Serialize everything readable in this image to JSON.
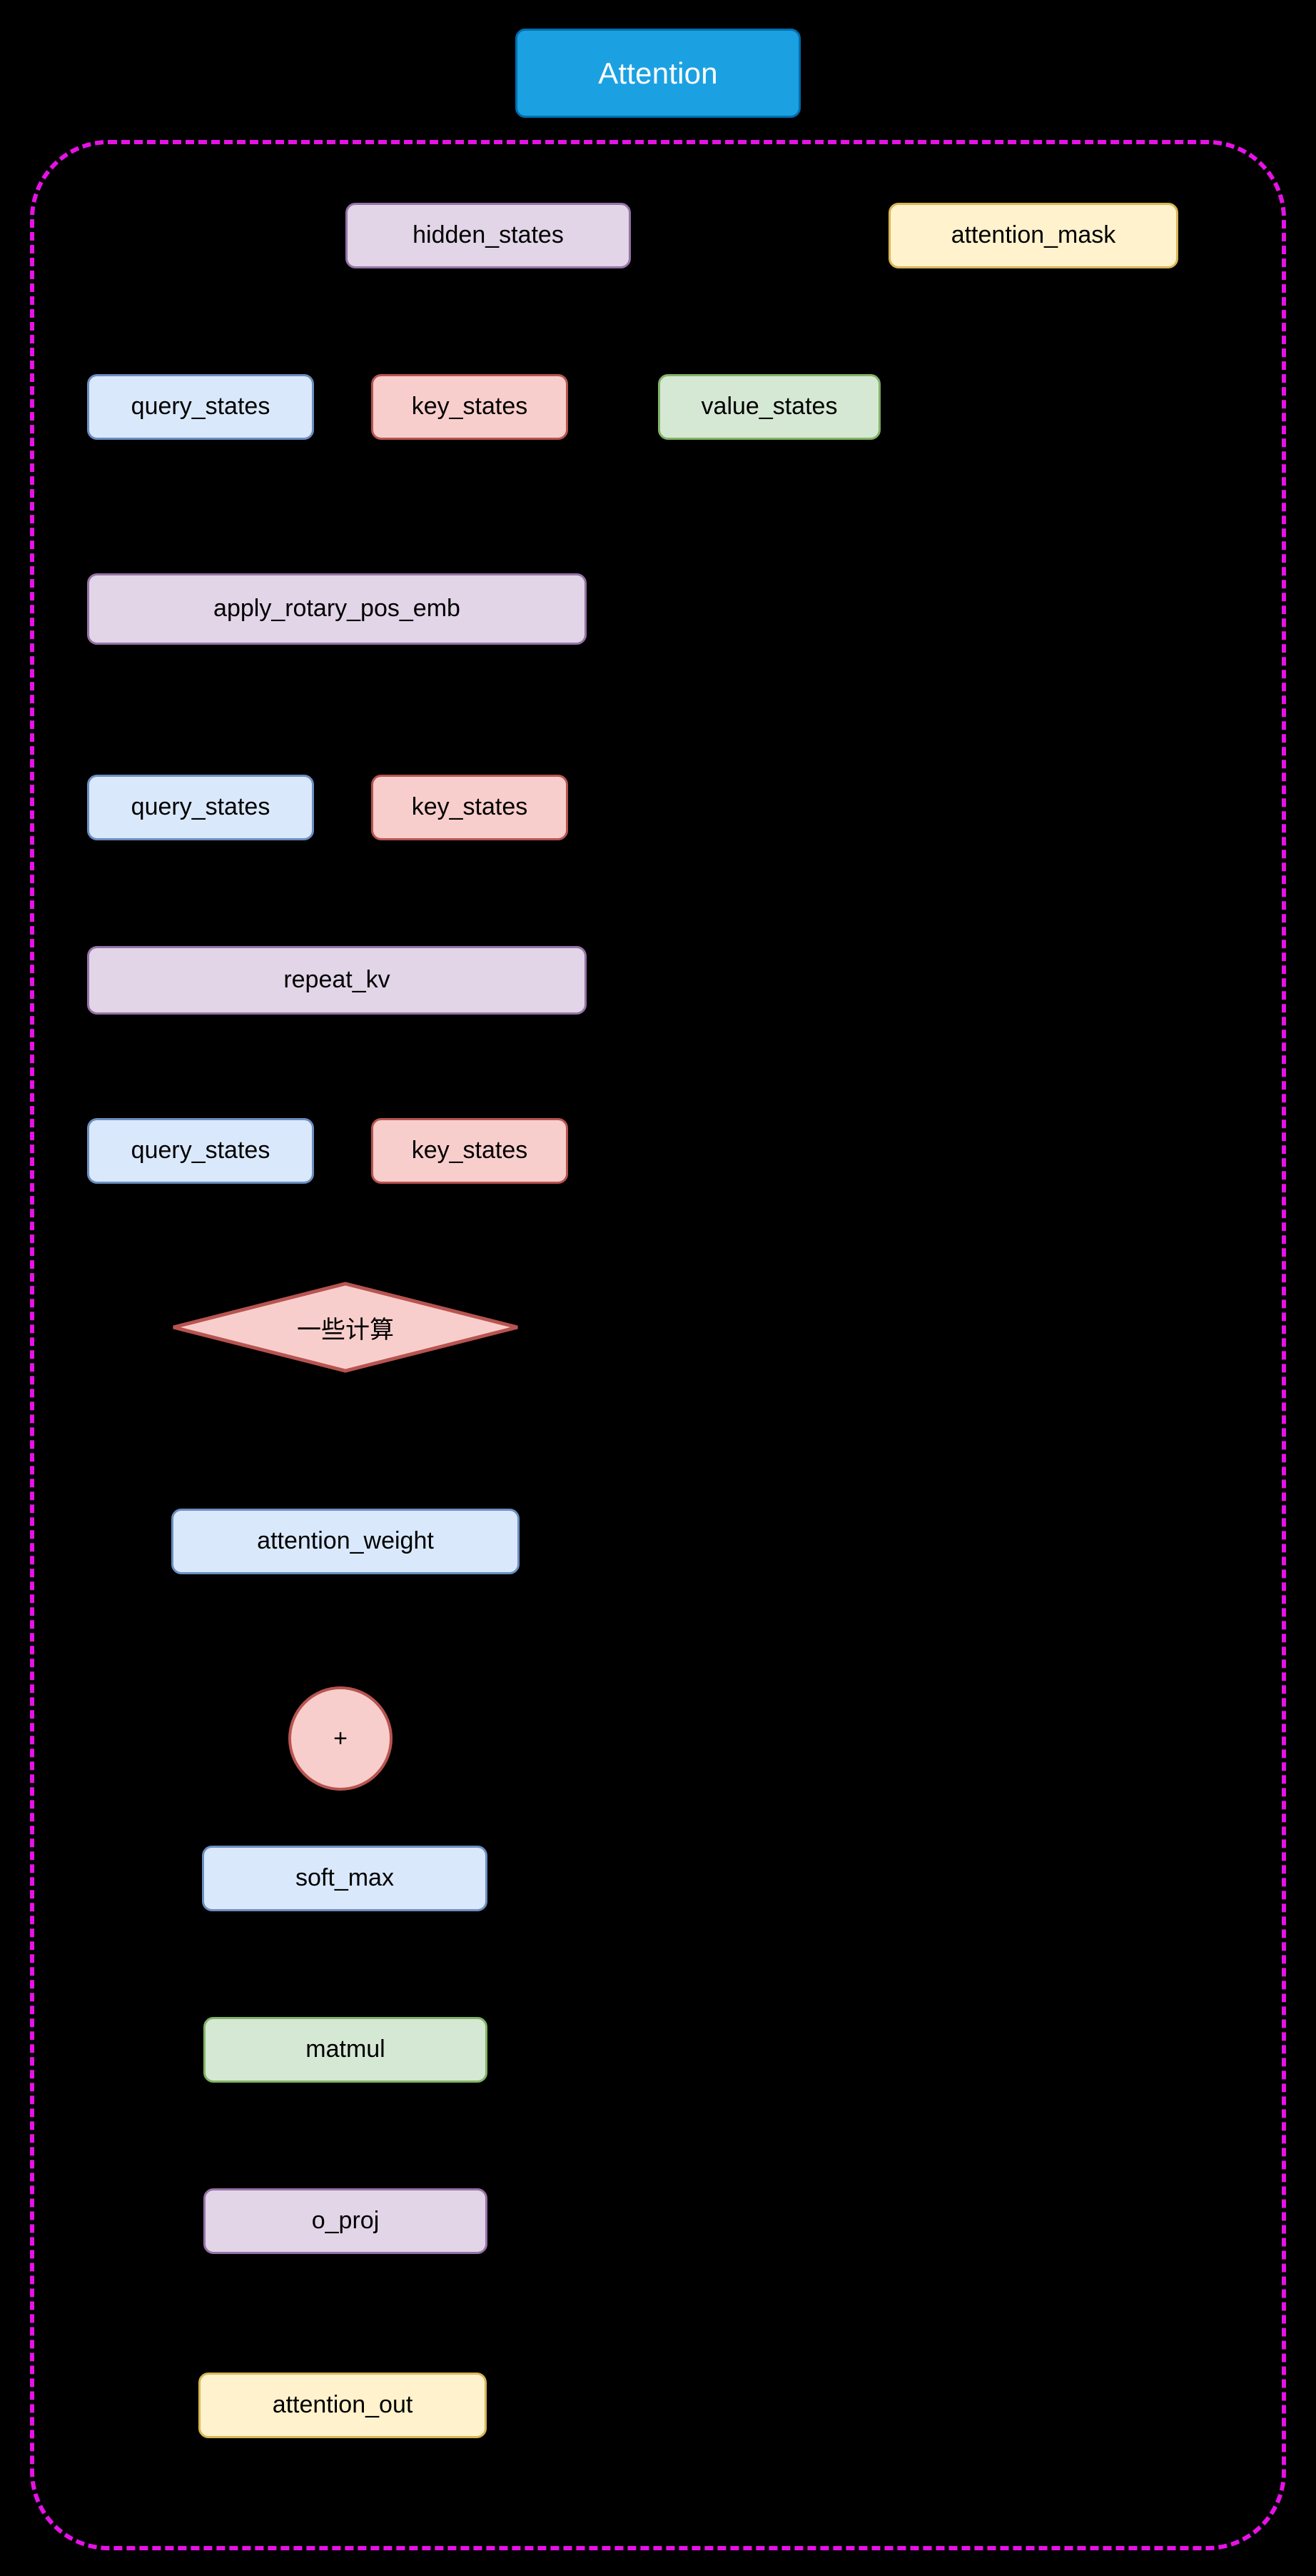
{
  "diagram": {
    "title": "Attention",
    "container_label": "",
    "colors": {
      "title_fill": "#1ba1e2",
      "title_border": "#006eaf",
      "title_text": "#ffffff",
      "container_border": "#e612e6",
      "background": "#000000",
      "blue_fill": "#dae8fc",
      "blue_border": "#6c8ebf",
      "red_fill": "#f8cecc",
      "red_border": "#b85450",
      "green_fill": "#d5e8d4",
      "green_border": "#82b366",
      "purple_fill": "#e1d5e7",
      "purple_border": "#9673a6",
      "yellow_fill": "#fff2cc",
      "yellow_border": "#d6b656"
    },
    "nodes": [
      {
        "id": "hidden_states",
        "label": "hidden_states",
        "shape": "rounded-rect",
        "color": "purple"
      },
      {
        "id": "attention_mask",
        "label": "attention_mask",
        "shape": "rounded-rect",
        "color": "yellow"
      },
      {
        "id": "query_states_1",
        "label": "query_states",
        "shape": "rounded-rect",
        "color": "blue"
      },
      {
        "id": "key_states_1",
        "label": "key_states",
        "shape": "rounded-rect",
        "color": "red"
      },
      {
        "id": "value_states",
        "label": "value_states",
        "shape": "rounded-rect",
        "color": "green"
      },
      {
        "id": "apply_rotary_pos_emb",
        "label": "apply_rotary_pos_emb",
        "shape": "rounded-rect",
        "color": "purple"
      },
      {
        "id": "query_states_2",
        "label": "query_states",
        "shape": "rounded-rect",
        "color": "blue"
      },
      {
        "id": "key_states_2",
        "label": "key_states",
        "shape": "rounded-rect",
        "color": "red"
      },
      {
        "id": "repeat_kv",
        "label": "repeat_kv",
        "shape": "rounded-rect",
        "color": "purple"
      },
      {
        "id": "query_states_3",
        "label": "query_states",
        "shape": "rounded-rect",
        "color": "blue"
      },
      {
        "id": "key_states_3",
        "label": "key_states",
        "shape": "rounded-rect",
        "color": "red"
      },
      {
        "id": "some_computation",
        "label": "一些计算",
        "shape": "diamond",
        "color": "red"
      },
      {
        "id": "attention_weight",
        "label": "attention_weight",
        "shape": "rounded-rect",
        "color": "blue"
      },
      {
        "id": "plus",
        "label": "+",
        "shape": "circle",
        "color": "red"
      },
      {
        "id": "soft_max",
        "label": "soft_max",
        "shape": "rounded-rect",
        "color": "blue"
      },
      {
        "id": "matmul",
        "label": "matmul",
        "shape": "rounded-rect",
        "color": "green"
      },
      {
        "id": "o_proj",
        "label": "o_proj",
        "shape": "rounded-rect",
        "color": "purple"
      },
      {
        "id": "attention_out",
        "label": "attention_out",
        "shape": "rounded-rect",
        "color": "yellow"
      }
    ]
  }
}
